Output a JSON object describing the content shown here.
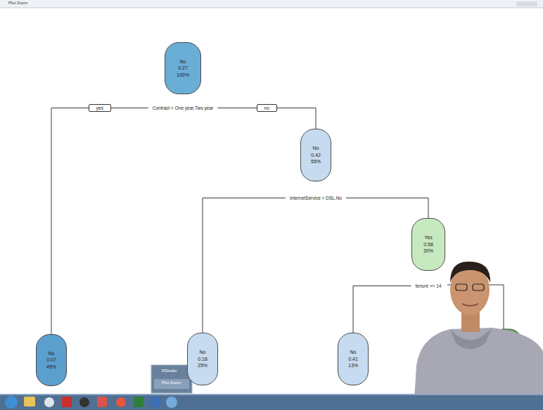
{
  "diagram": {
    "nodes": [
      {
        "text": [
          "No 0.27 100%",
          "Contract = One year,Two year"
        ]
      },
      {
        "text": [
          "No 0.07 45%"
        ]
      },
      {
        "text": [
          "No 0.42 55%",
          "InternetService = DSL,No"
        ]
      },
      {
        "text": [
          "No 0.18 25%"
        ]
      },
      {
        "text": [
          "Yes 0.58 30%",
          "tenure >= 14"
        ]
      },
      {
        "text": [
          "No 0.41 13%"
        ]
      }
    ],
    "edges": [
      {
        "from": 0,
        "to": 1,
        "label": "yes",
        "arrow": "none"
      },
      {
        "from": 0,
        "to": 2,
        "label": "no",
        "arrow": "none"
      },
      {
        "from": 2,
        "to": 3,
        "arrow": "none"
      },
      {
        "from": 2,
        "to": 4,
        "arrow": "none"
      },
      {
        "from": 4,
        "to": 5,
        "arrow": "none"
      }
    ],
    "labels": [
      "Plot Zoom",
      "RStudio",
      "Plot Zoom"
    ]
  }
}
